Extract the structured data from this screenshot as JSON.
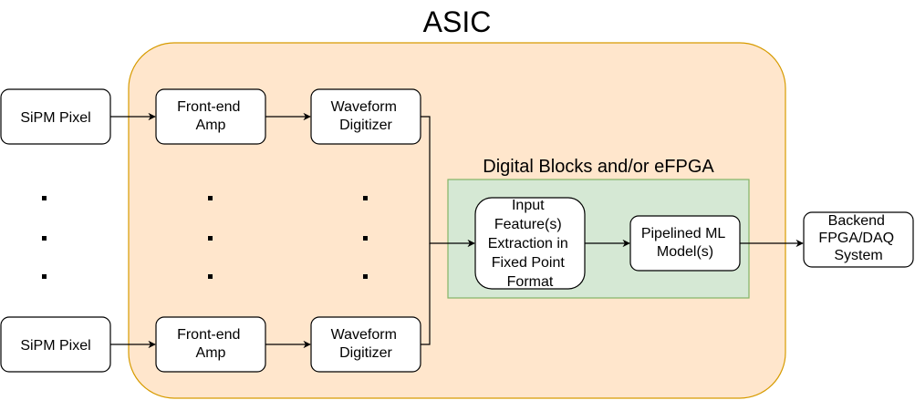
{
  "title": "ASIC",
  "colors": {
    "asic_fill": "#ffe6cc",
    "asic_stroke": "#d79b00",
    "digital_fill": "#d5e8d4",
    "digital_stroke": "#82b366",
    "box_fill": "#ffffff",
    "box_stroke": "#000000",
    "line": "#000000"
  },
  "asic": {
    "label": "ASIC"
  },
  "digital_region": {
    "label": "Digital Blocks and/or eFPGA"
  },
  "channels": [
    {
      "pixel": "SiPM Pixel",
      "amp": [
        "Front-end",
        "Amp"
      ],
      "digitizer": [
        "Waveform",
        "Digitizer"
      ]
    },
    {
      "pixel": "SiPM Pixel",
      "amp": [
        "Front-end",
        "Amp"
      ],
      "digitizer": [
        "Waveform",
        "Digitizer"
      ]
    }
  ],
  "feature_block": [
    "Input",
    "Feature(s)",
    "Extraction in",
    "Fixed Point",
    "Format"
  ],
  "ml_block": [
    "Pipelined ML",
    "Model(s)"
  ],
  "backend_block": [
    "Backend",
    "FPGA/DAQ",
    "System"
  ],
  "ellipsis": "."
}
